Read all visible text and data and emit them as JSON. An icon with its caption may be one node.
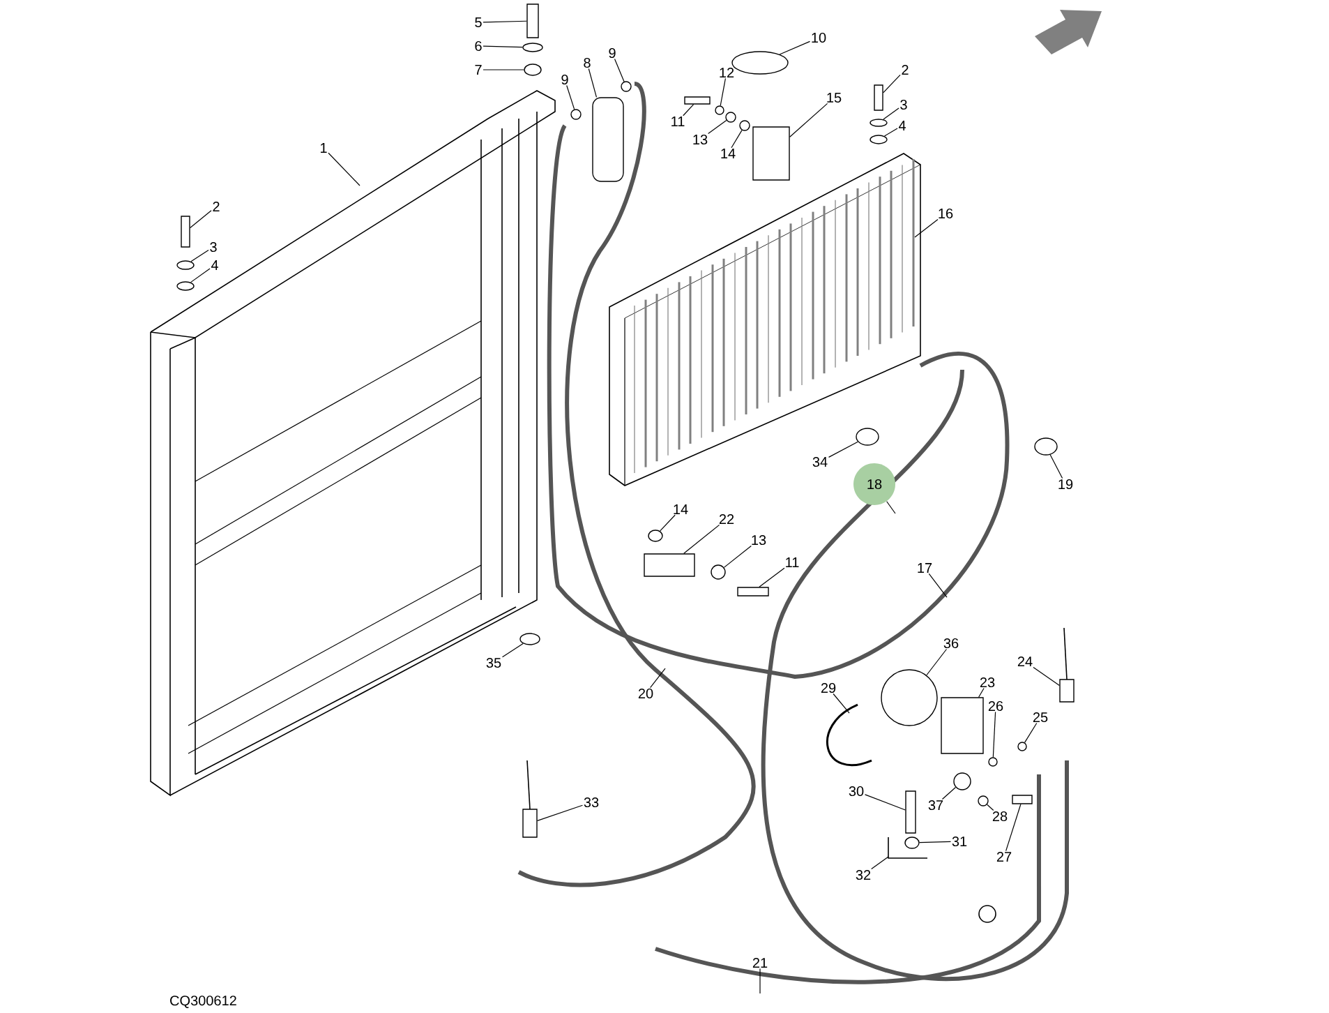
{
  "diagram": {
    "nodes": [
      {
        "text": [
          "1"
        ]
      },
      {
        "text": [
          "2"
        ]
      },
      {
        "text": [
          "3"
        ]
      },
      {
        "text": [
          "4"
        ]
      },
      {
        "text": [
          "5"
        ]
      },
      {
        "text": [
          "6"
        ]
      },
      {
        "text": [
          "7"
        ]
      },
      {
        "text": [
          "8"
        ]
      },
      {
        "text": [
          "9"
        ]
      },
      {
        "text": [
          "9"
        ]
      },
      {
        "text": [
          "10"
        ]
      },
      {
        "text": [
          "11"
        ]
      },
      {
        "text": [
          "12"
        ]
      },
      {
        "text": [
          "13"
        ]
      },
      {
        "text": [
          "14"
        ]
      },
      {
        "text": [
          "15"
        ]
      },
      {
        "text": [
          "2"
        ]
      },
      {
        "text": [
          "3"
        ]
      },
      {
        "text": [
          "4"
        ]
      },
      {
        "text": [
          "16"
        ]
      },
      {
        "text": [
          "34"
        ]
      },
      {
        "text": [
          "18"
        ]
      },
      {
        "text": [
          "19"
        ]
      },
      {
        "text": [
          "14"
        ]
      },
      {
        "text": [
          "22"
        ]
      },
      {
        "text": [
          "13"
        ]
      },
      {
        "text": [
          "11"
        ]
      },
      {
        "text": [
          "17"
        ]
      },
      {
        "text": [
          "35"
        ]
      },
      {
        "text": [
          "20"
        ]
      },
      {
        "text": [
          "36"
        ]
      },
      {
        "text": [
          "24"
        ]
      },
      {
        "text": [
          "23"
        ]
      },
      {
        "text": [
          "29"
        ]
      },
      {
        "text": [
          "26"
        ]
      },
      {
        "text": [
          "25"
        ]
      },
      {
        "text": [
          "30"
        ]
      },
      {
        "text": [
          "37"
        ]
      },
      {
        "text": [
          "28"
        ]
      },
      {
        "text": [
          "31"
        ]
      },
      {
        "text": [
          "27"
        ]
      },
      {
        "text": [
          "32"
        ]
      },
      {
        "text": [
          "33"
        ]
      },
      {
        "text": [
          "21"
        ]
      },
      {
        "text": [],
        "shape": "bar"
      },
      {
        "text": [],
        "shape": "circle"
      },
      {
        "text": [],
        "shape": "circle"
      },
      {
        "text": [],
        "shape": "bar"
      },
      {
        "text": [],
        "shape": "circle"
      },
      {
        "text": [],
        "shape": "circle"
      },
      {
        "text": [],
        "shape": "cylinder"
      },
      {
        "text": [],
        "shape": "circle"
      },
      {
        "text": [],
        "shape": "circle"
      },
      {
        "text": [],
        "shape": "circle"
      },
      {
        "text": [],
        "shape": "bar"
      },
      {
        "text": [],
        "shape": "circle"
      },
      {
        "text": [],
        "shape": "circle"
      },
      {
        "text": [],
        "shape": "circle"
      },
      {
        "text": [],
        "shape": "box"
      },
      {
        "text": [],
        "shape": "bar"
      },
      {
        "text": [],
        "shape": "circle"
      },
      {
        "text": [],
        "shape": "circle"
      },
      {
        "text": [],
        "shape": "circle"
      },
      {
        "text": [],
        "shape": "circle"
      },
      {
        "text": [],
        "shape": "circle"
      },
      {
        "text": [],
        "shape": "box"
      },
      {
        "text": [],
        "shape": "circle"
      },
      {
        "text": [],
        "shape": "bar"
      },
      {
        "text": [],
        "shape": "circle"
      },
      {
        "text": [],
        "shape": "circle"
      },
      {
        "text": [],
        "shape": "box"
      },
      {
        "text": [],
        "shape": "box"
      },
      {
        "text": [],
        "shape": "circle"
      },
      {
        "text": [],
        "shape": "circle"
      },
      {
        "text": [],
        "shape": "bar"
      },
      {
        "text": [],
        "shape": "circle"
      },
      {
        "text": [],
        "shape": "circle"
      },
      {
        "text": [],
        "shape": "circle"
      },
      {
        "text": [],
        "shape": "bar"
      },
      {
        "text": [],
        "shape": "box"
      }
    ],
    "edges": [
      {
        "from": 0,
        "to": null,
        "arrow": "none"
      },
      {
        "from": 1,
        "to": 44,
        "arrow": "none"
      },
      {
        "from": 2,
        "to": 45,
        "arrow": "none"
      },
      {
        "from": 3,
        "to": 46,
        "arrow": "none"
      },
      {
        "from": 4,
        "to": 47,
        "arrow": "none"
      },
      {
        "from": 5,
        "to": 48,
        "arrow": "none"
      },
      {
        "from": 6,
        "to": 49,
        "arrow": "none"
      },
      {
        "from": 7,
        "to": 50,
        "arrow": "none"
      },
      {
        "from": 8,
        "to": 51,
        "arrow": "none"
      },
      {
        "from": 9,
        "to": 52,
        "arrow": "none"
      },
      {
        "from": 10,
        "to": 53,
        "arrow": "none"
      },
      {
        "from": 11,
        "to": 54,
        "arrow": "none"
      },
      {
        "from": 12,
        "to": 55,
        "arrow": "none"
      },
      {
        "from": 13,
        "to": 56,
        "arrow": "none"
      },
      {
        "from": 14,
        "to": 57,
        "arrow": "none"
      },
      {
        "from": 15,
        "to": 58,
        "arrow": "none"
      },
      {
        "from": 16,
        "to": 59,
        "arrow": "none"
      },
      {
        "from": 17,
        "to": 60,
        "arrow": "none"
      },
      {
        "from": 18,
        "to": 61,
        "arrow": "none"
      },
      {
        "from": 19,
        "to": null,
        "arrow": "none"
      },
      {
        "from": 20,
        "to": 62,
        "arrow": "none"
      },
      {
        "from": 21,
        "to": null,
        "arrow": "none"
      },
      {
        "from": 22,
        "to": 63,
        "arrow": "none"
      },
      {
        "from": 23,
        "to": 64,
        "arrow": "none"
      },
      {
        "from": 24,
        "to": 65,
        "arrow": "none"
      },
      {
        "from": 25,
        "to": 66,
        "arrow": "none"
      },
      {
        "from": 26,
        "to": 67,
        "arrow": "none"
      },
      {
        "from": 27,
        "to": null,
        "arrow": "none"
      },
      {
        "from": 28,
        "to": 68,
        "arrow": "none"
      },
      {
        "from": 29,
        "to": null,
        "arrow": "none"
      },
      {
        "from": 30,
        "to": 69,
        "arrow": "none"
      },
      {
        "from": 31,
        "to": 70,
        "arrow": "none"
      },
      {
        "from": 32,
        "to": 71,
        "arrow": "none"
      },
      {
        "from": 33,
        "to": null,
        "arrow": "none"
      },
      {
        "from": 34,
        "to": 72,
        "arrow": "none"
      },
      {
        "from": 35,
        "to": 73,
        "arrow": "none"
      },
      {
        "from": 36,
        "to": 74,
        "arrow": "none"
      },
      {
        "from": 37,
        "to": 75,
        "arrow": "none"
      },
      {
        "from": 38,
        "to": 76,
        "arrow": "none"
      },
      {
        "from": 39,
        "to": 77,
        "arrow": "none"
      },
      {
        "from": 40,
        "to": 78,
        "arrow": "none"
      },
      {
        "from": 41,
        "to": null,
        "arrow": "none"
      },
      {
        "from": 42,
        "to": 79,
        "arrow": "none"
      },
      {
        "from": 43,
        "to": null,
        "arrow": "none"
      }
    ],
    "labels": [
      "CQ300612"
    ]
  }
}
